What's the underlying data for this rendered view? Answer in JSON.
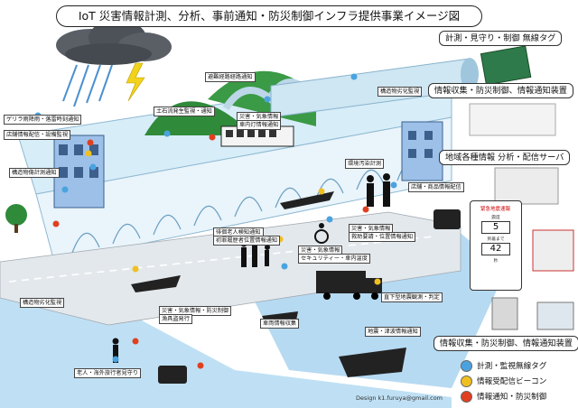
{
  "title": "IoT 災害情報計測、分析、事前通知・防災制御インフラ提供事業イメージ図",
  "device_labels": {
    "tag": "計測・見守り・制御 無線タグ",
    "collector_top": "情報収集・防災制御、情報通知装置",
    "server": "地域各種情報 分析・配信サーバ",
    "collector_bottom": "情報収集・防災制御、情報通知装置"
  },
  "scene_labels": {
    "evac_route": "避難経路経路通知",
    "structure_monitor_top": "構造物劣化監視",
    "landslide": "土石流発生監視・通知",
    "disaster_train": "災害・気象情報",
    "train_control": "車内灯情報通知",
    "guerrilla_rain": "ゲリラ雨降雨・落雷時刻通知",
    "shop_dist": "店舗情報配信・設備監視",
    "structure_measure": "構造物傷計測通知",
    "env_pollution": "環境汚染計測",
    "shop_goods": "店舗・商品情報配信",
    "elder_watch": "徘徊老人検知通知",
    "elder_history": "初罪履歴者位置情報通知",
    "rescue1": "災害・気象情報",
    "rescue2": "救助要請・位置情報通知",
    "security1": "災害・気象情報",
    "security2": "セキュリティー・車内温度",
    "structure_monitor_left": "構造物劣化監視",
    "ship1": "災害・気象情報・防災制御",
    "ship2": "漁具盗発行",
    "boat_alert": "車両情報収集",
    "sensor": "直下型地震観測・判定",
    "tsunami": "地震・津波情報通知",
    "elder_travel": "老人・海外旅行者見守り"
  },
  "phone": {
    "header": "緊急地震速報",
    "line1": "震度",
    "count1": "5",
    "line2": "到着まで",
    "count2": "42",
    "unit": "秒"
  },
  "legend": [
    {
      "label": "計測・監視無線タグ",
      "color": "#4aa3e0"
    },
    {
      "label": "情報受配信ビーコン",
      "color": "#f0c020"
    },
    {
      "label": "情報通知・防災制御",
      "color": "#e04020"
    }
  ],
  "credit": "Design k1.furuya@gmail.com",
  "colors": {
    "bridge": "#c9e6f5",
    "hill": "#2f8a3a",
    "road": "#d8dce0",
    "sea": "#9cc8e6",
    "cloud": "#555a60"
  }
}
